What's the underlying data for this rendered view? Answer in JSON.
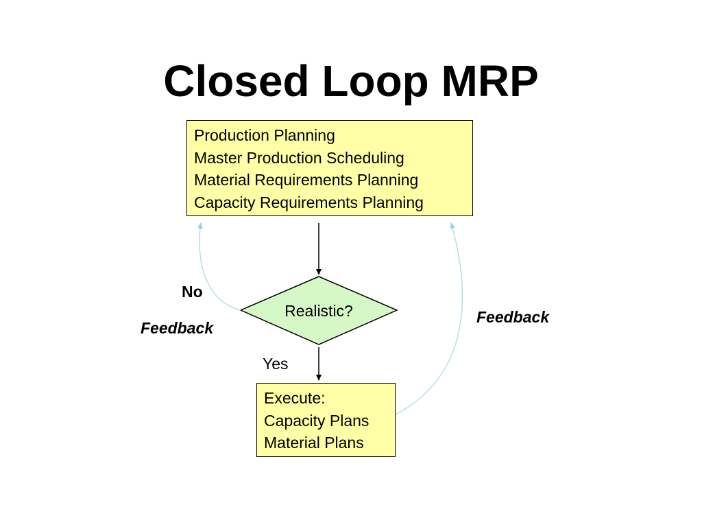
{
  "title": "Closed Loop MRP",
  "planning_box": {
    "lines": [
      "Production Planning",
      "Master Production Scheduling",
      "Material Requirements Planning",
      "Capacity Requirements Planning"
    ]
  },
  "decision": {
    "label": "Realistic?"
  },
  "execute_box": {
    "lines": [
      "Execute:",
      "Capacity Plans",
      "Material Plans"
    ]
  },
  "labels": {
    "no": "No",
    "feedback_left": "Feedback",
    "feedback_right": "Feedback",
    "yes": "Yes"
  },
  "colors": {
    "box_fill": "#ffffa8",
    "diamond_fill": "#d6f7c6",
    "feedback_arrow": "#b7dde8"
  }
}
